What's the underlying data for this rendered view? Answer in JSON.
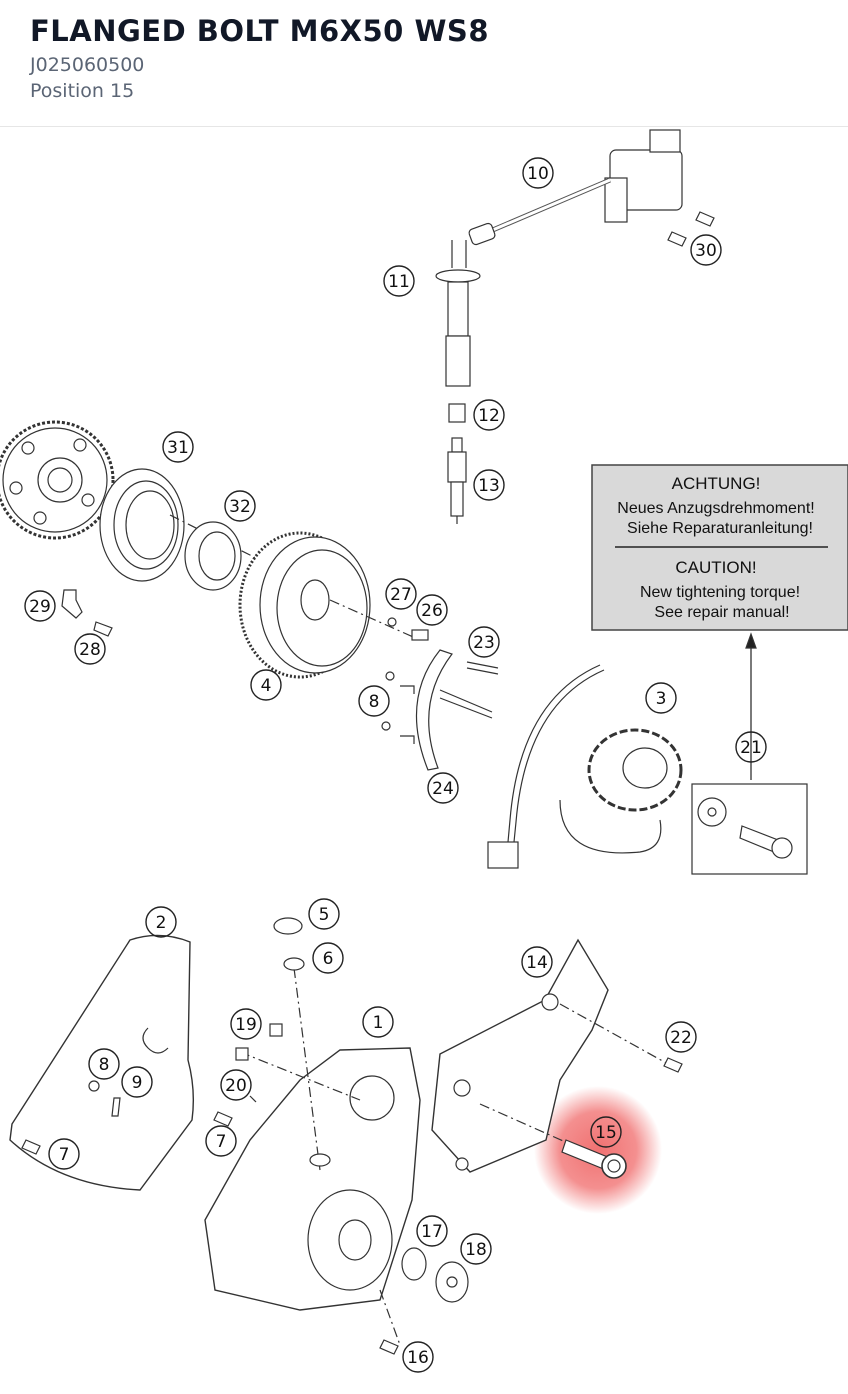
{
  "part": {
    "name": "FLANGED BOLT M6X50 WS8",
    "number": "J025060500",
    "position": "Position 15"
  },
  "diagram": {
    "highlight_color": "#f06a6a",
    "callouts": [
      {
        "label": "1"
      },
      {
        "label": "2"
      },
      {
        "label": "3"
      },
      {
        "label": "4"
      },
      {
        "label": "5"
      },
      {
        "label": "6"
      },
      {
        "label": "7"
      },
      {
        "label": "7"
      },
      {
        "label": "8"
      },
      {
        "label": "8"
      },
      {
        "label": "9"
      },
      {
        "label": "10"
      },
      {
        "label": "11"
      },
      {
        "label": "12"
      },
      {
        "label": "13"
      },
      {
        "label": "14"
      },
      {
        "label": "15"
      },
      {
        "label": "16"
      },
      {
        "label": "17"
      },
      {
        "label": "18"
      },
      {
        "label": "19"
      },
      {
        "label": "20"
      },
      {
        "label": "21"
      },
      {
        "label": "22"
      },
      {
        "label": "23"
      },
      {
        "label": "24"
      },
      {
        "label": "26"
      },
      {
        "label": "27"
      },
      {
        "label": "28"
      },
      {
        "label": "29"
      },
      {
        "label": "30"
      },
      {
        "label": "31"
      },
      {
        "label": "32"
      }
    ],
    "notice": {
      "heading_de": "ACHTUNG!",
      "line1_de": "Neues Anzugsdrehmoment!",
      "line2_de": "Siehe Reparaturanleitung!",
      "heading_en": "CAUTION!",
      "line1_en": "New tightening torque!",
      "line2_en": "See repair manual!"
    }
  }
}
